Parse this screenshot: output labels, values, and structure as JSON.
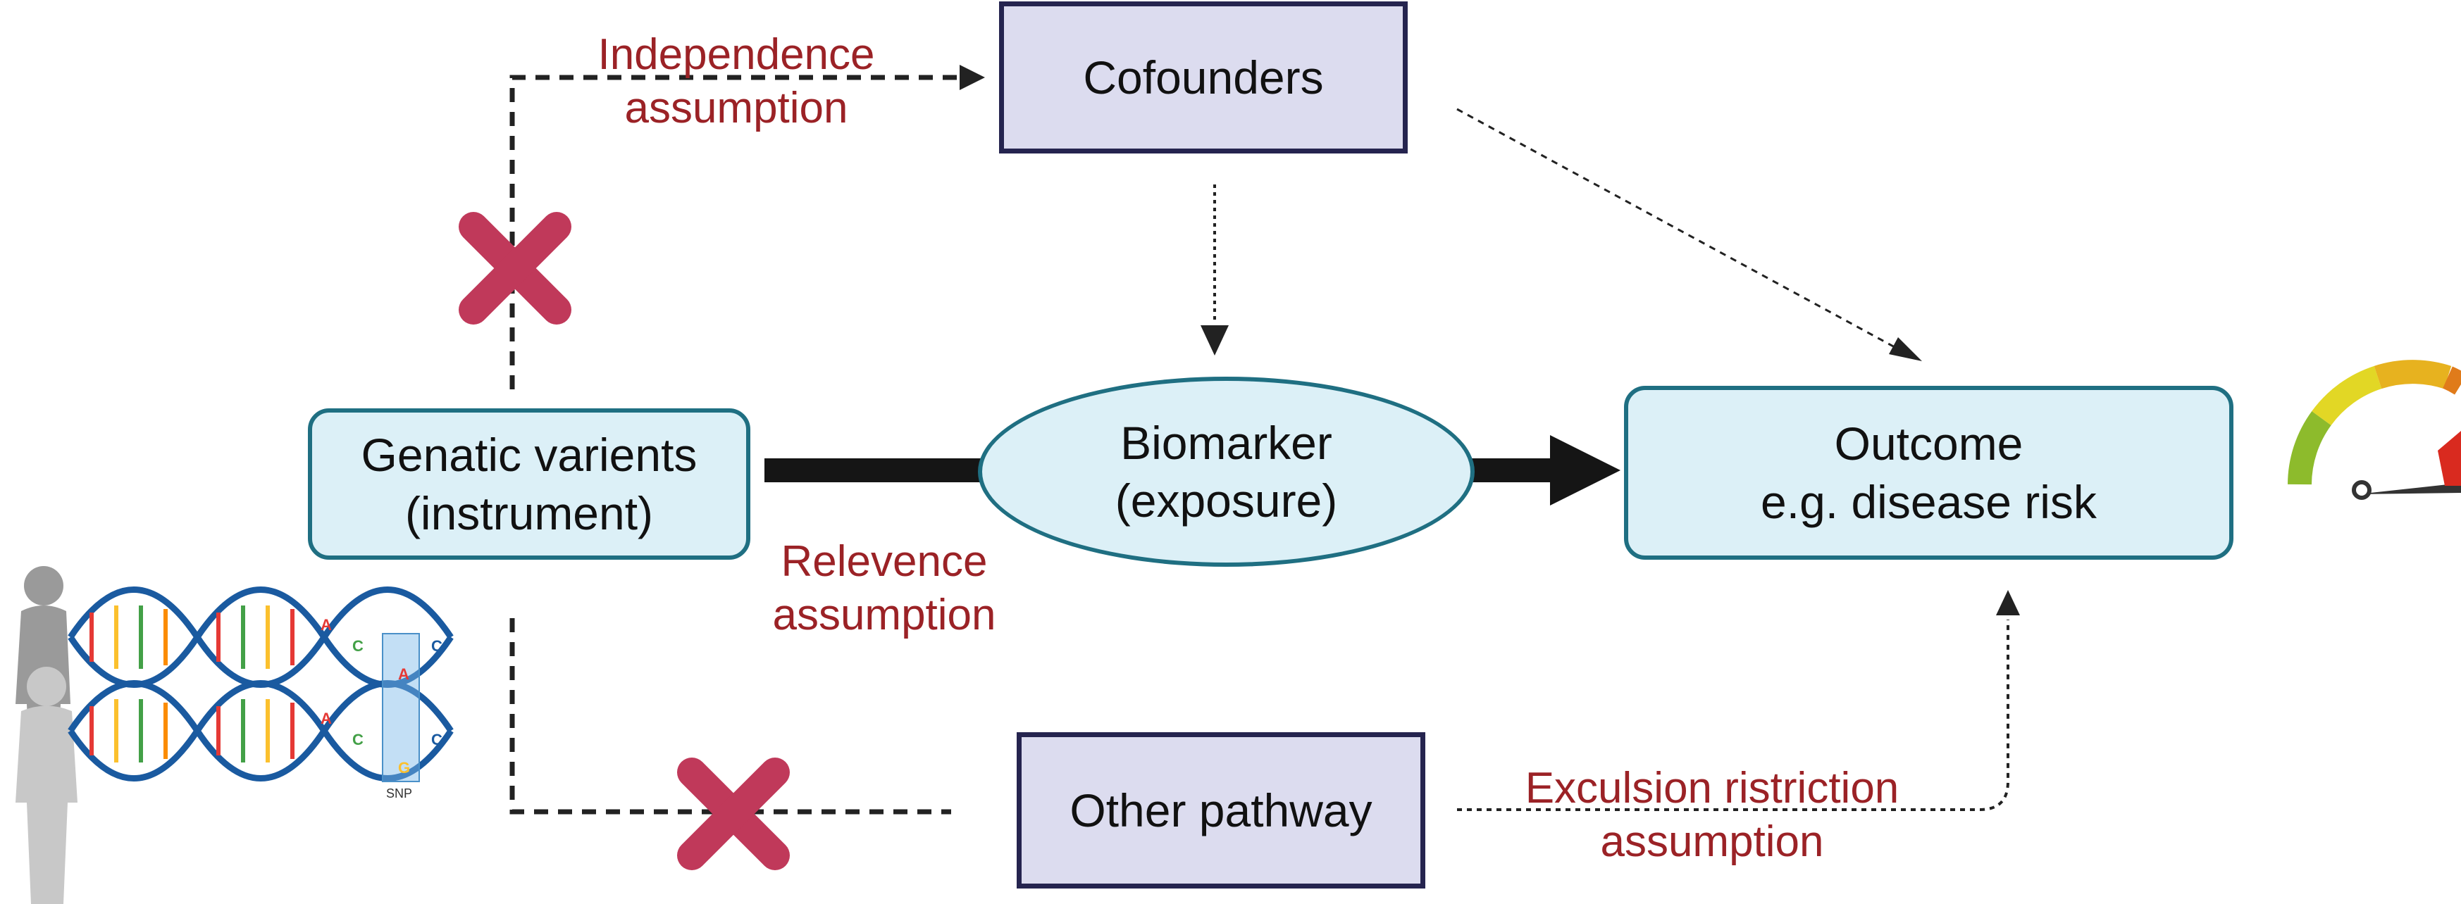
{
  "nodes": {
    "cofounders": {
      "label": "Cofounders"
    },
    "instrument": {
      "line1": "Genatic varients",
      "line2": "(instrument)"
    },
    "exposure": {
      "line1": "Biomarker",
      "line2": "(exposure)"
    },
    "outcome": {
      "line1": "Outcome",
      "line2": "e.g. disease risk"
    },
    "other_pathway": {
      "label": "Other pathway"
    }
  },
  "assumptions": {
    "independence": {
      "line1": "Independence",
      "line2": "assumption"
    },
    "relevence": {
      "line1": "Relevence",
      "line2": "assumption"
    },
    "exclusion": {
      "line1": "Exculsion ristriction",
      "line2": "assumption"
    }
  },
  "dna_illustration": {
    "snp_label": "SNP"
  },
  "icons": [
    "cross-mark-icon",
    "risk-gauge-icon",
    "human-figure-icon",
    "dna-helix-icon"
  ],
  "colors": {
    "assumption_text": "#9b2226",
    "cross": "#c0395a",
    "node_purple_fill": "#dcdcef",
    "node_blue_fill": "#dcf0f7",
    "node_blue_border": "#1f6f82"
  }
}
